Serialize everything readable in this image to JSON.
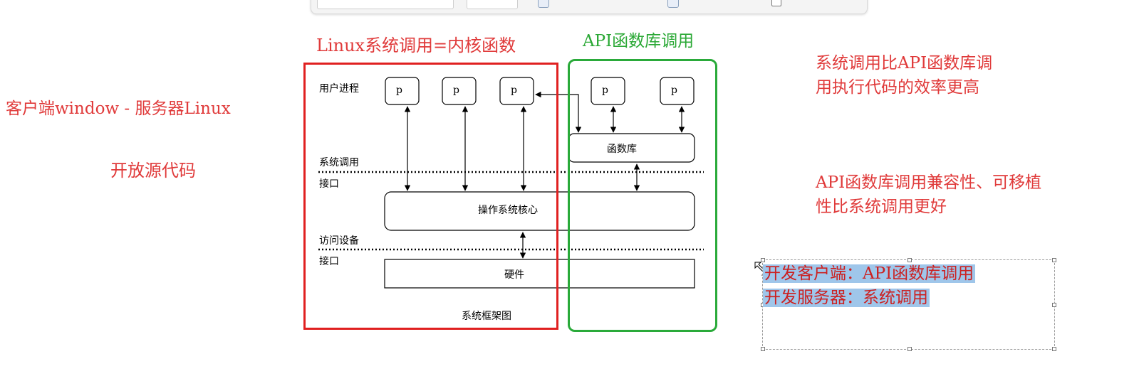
{
  "left_notes": {
    "client_server": "客户端window - 服务器Linux",
    "open_source": "开放源代码"
  },
  "diagram": {
    "label_linux": "Linux系统调用=内核函数",
    "label_api": "API函数库调用",
    "user_process": "用户进程",
    "process_label": "p",
    "syscall_interface_1": "系统调用",
    "syscall_interface_2": "接口",
    "library": "函数库",
    "kernel": "操作系统核心",
    "device_interface_1": "访问设备",
    "device_interface_2": "接口",
    "hardware": "硬件",
    "caption": "系统框架图"
  },
  "right_notes": {
    "efficiency_1": "系统调用比API函数库调",
    "efficiency_2": "用执行代码的效率更高",
    "compat_1": "API函数库调用兼容性、可移植",
    "compat_2": "性比系统调用更好"
  },
  "selected_text": {
    "line1": "开发客户端：API函数库调用",
    "line2": "开发服务器：系统调用"
  },
  "colors": {
    "red": "#e03a3a",
    "green": "#2aa835",
    "highlight": "#9fc6ea"
  }
}
